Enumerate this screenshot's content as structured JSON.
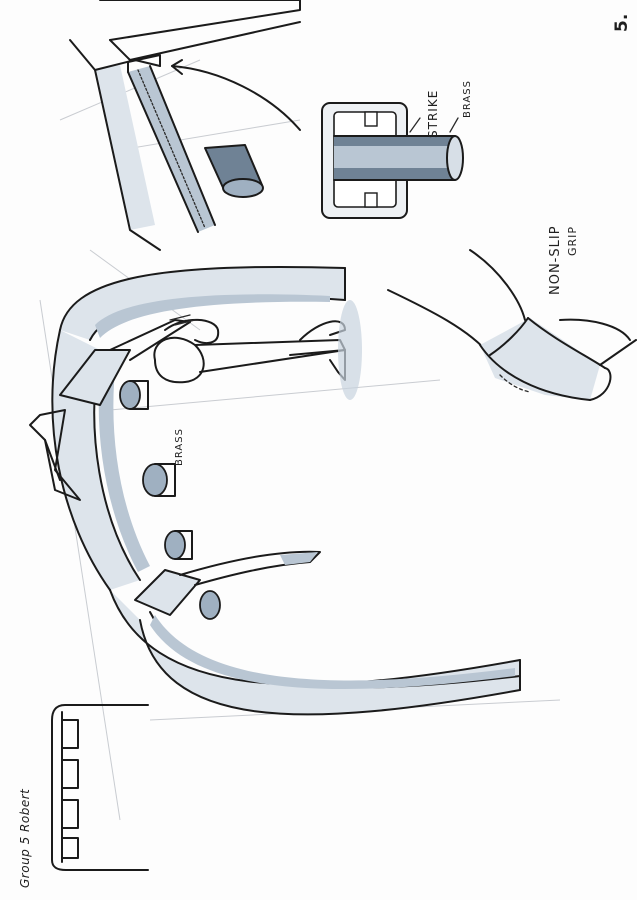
{
  "labels": {
    "strike": "STRIKE",
    "brass_top": "BRASS",
    "non_slip": "NON-SLIP",
    "grip": "GRIP",
    "brass_mid": "BRASS",
    "author": "Group 5 Robert",
    "page_number": "5."
  },
  "colors": {
    "ink": "#1b1b1b",
    "marker_blue_grey": "#b9c6d3",
    "marker_dark": "#6f8295",
    "paper": "#fdfdfd"
  }
}
